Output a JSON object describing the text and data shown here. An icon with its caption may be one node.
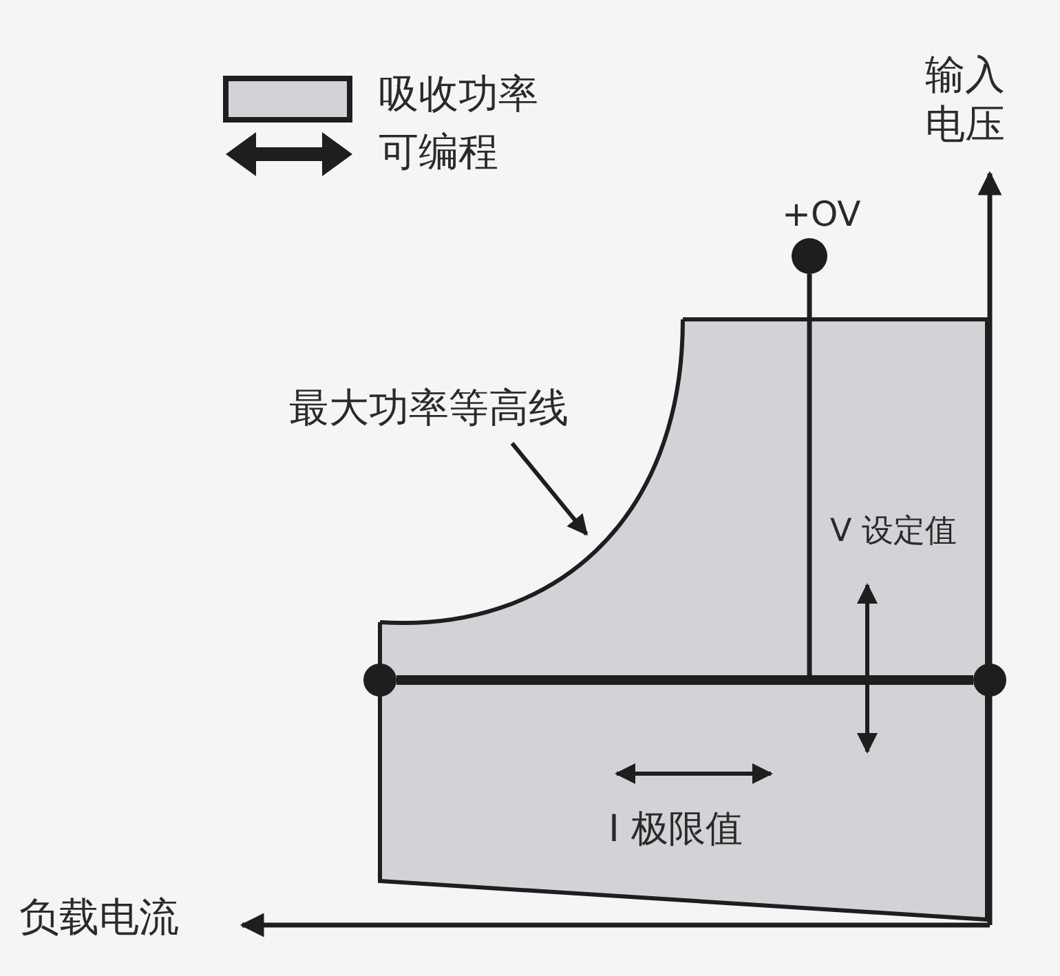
{
  "diagram": {
    "nodes": [
      {
        "text": [
          "最大功率等高线"
        ]
      },
      {
        "text": [],
        "shape": "curve"
      },
      {
        "text": [],
        "shape": "circle",
        "beside": [
          "+OV"
        ]
      },
      {
        "text": [],
        "shape": "circle"
      },
      {
        "text": [],
        "shape": "circle"
      }
    ],
    "edges": [
      {
        "from": 0,
        "to": 1,
        "arrow": "to"
      },
      {
        "from": 3,
        "to": 4,
        "arrow": "none",
        "style": "thick"
      },
      {
        "from": 2,
        "to": null,
        "arrow": "none"
      }
    ],
    "labels": [
      "输入电压",
      "负载电流",
      "V 设定值",
      "I 极限值"
    ],
    "legend": [
      {
        "text": "吸收功率",
        "color": "#d3d2d6"
      },
      {
        "text": "可编程"
      }
    ]
  }
}
